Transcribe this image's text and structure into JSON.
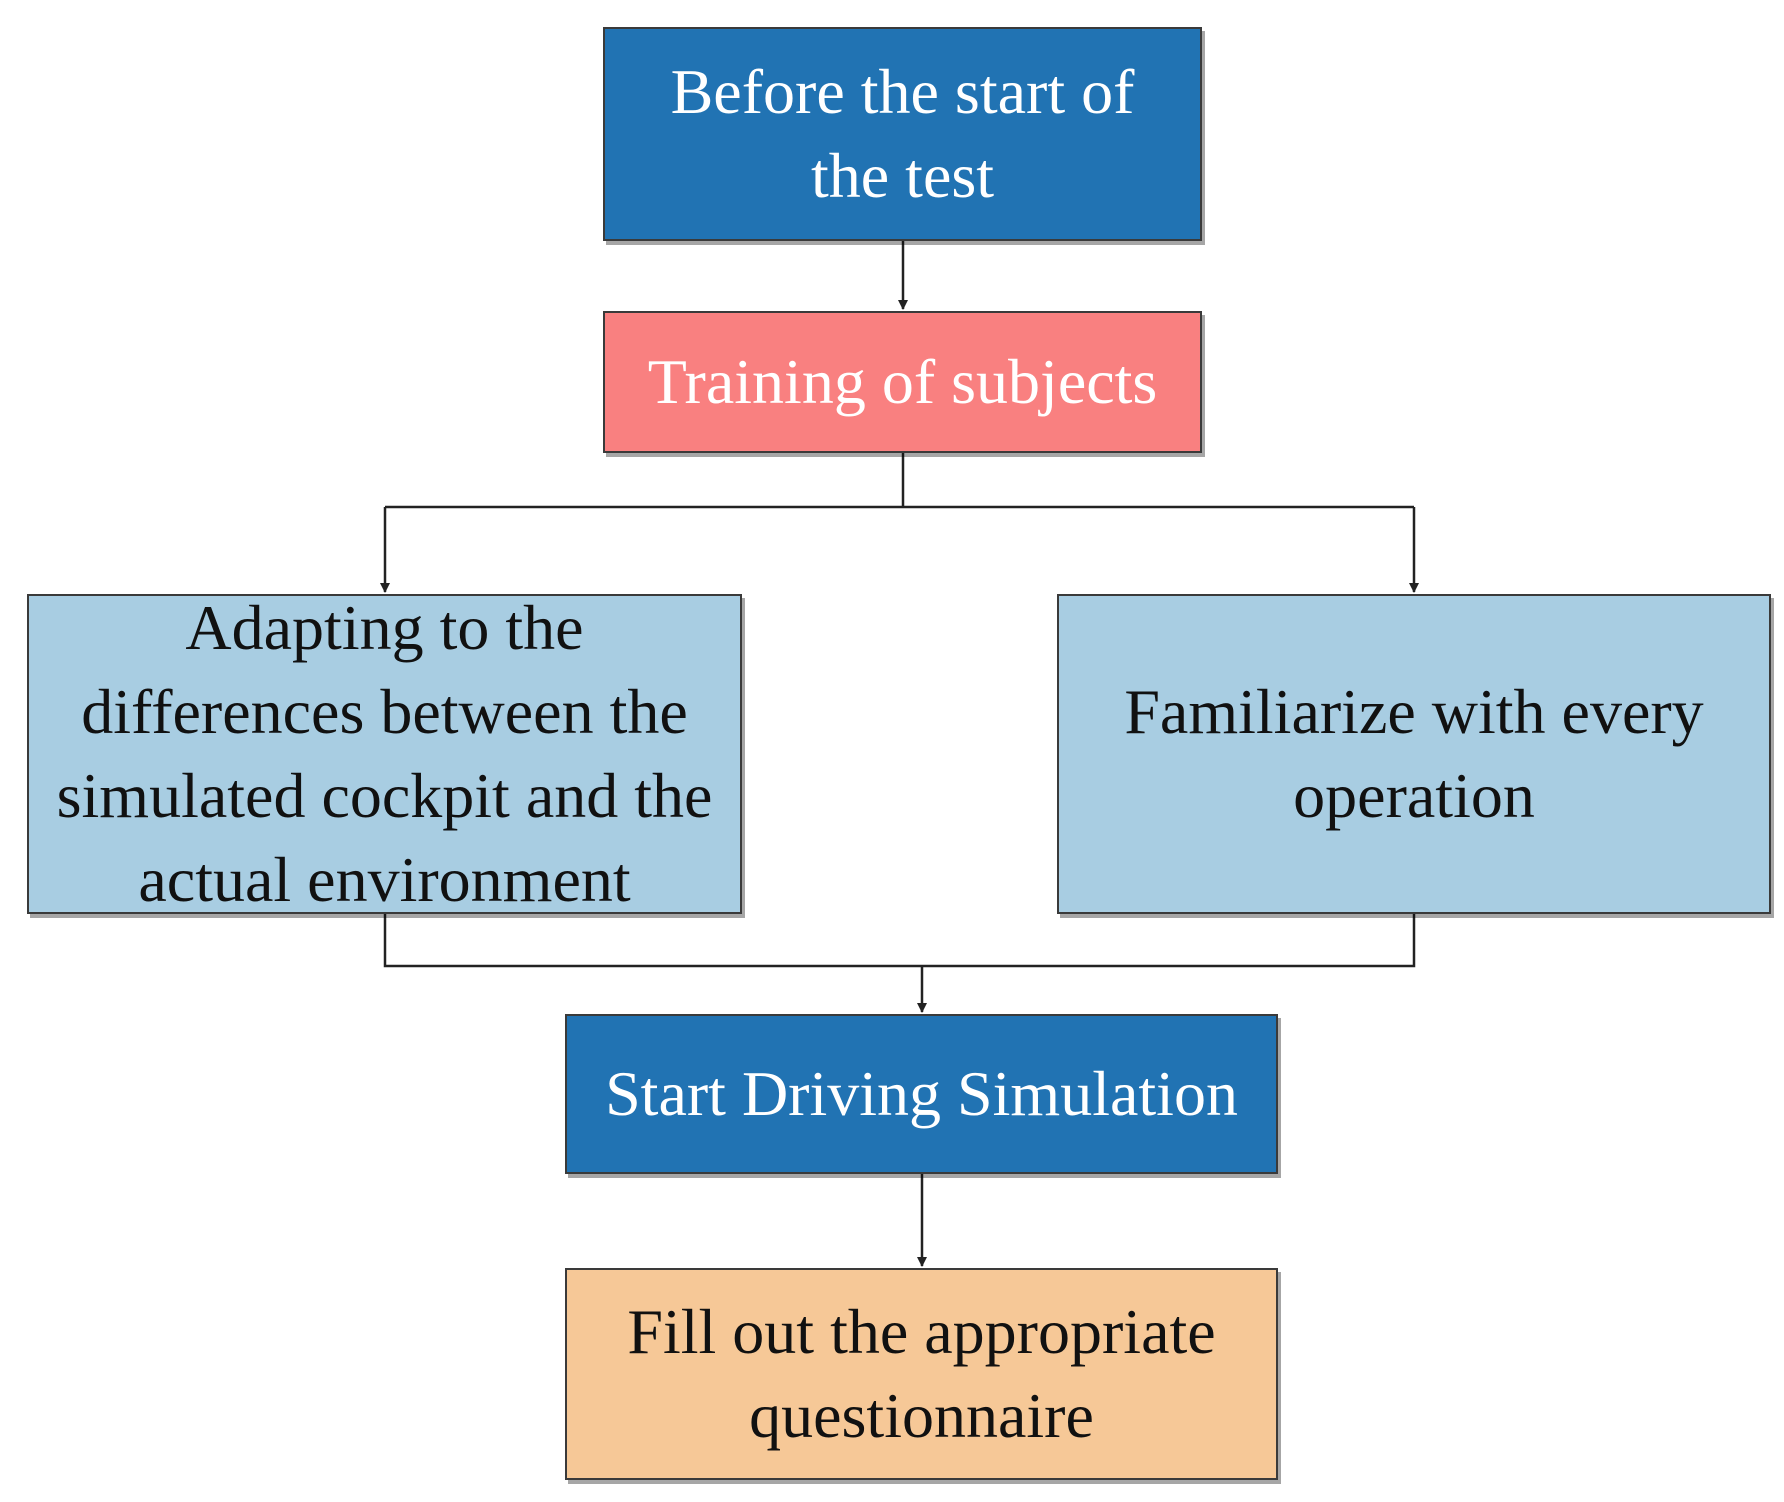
{
  "colors": {
    "step_dark_blue": "#2173b3",
    "step_red": "#f98080",
    "step_light_blue": "#a8cde2",
    "step_orange": "#f6c897",
    "connector": "#222222"
  },
  "nodes": {
    "before_start": {
      "label": "Before the start of the test"
    },
    "training": {
      "label": "Training of subjects"
    },
    "adapting": {
      "label": "Adapting to the differences between the simulated cockpit and the actual environment"
    },
    "familiarize": {
      "label": "Familiarize with every operation"
    },
    "start_driving": {
      "label": "Start Driving Simulation"
    },
    "fill_out": {
      "label": "Fill out the appropriate questionnaire"
    }
  },
  "edges": [
    {
      "from": "before_start",
      "to": "training"
    },
    {
      "from": "training",
      "to": "adapting"
    },
    {
      "from": "training",
      "to": "familiarize"
    },
    {
      "from": "adapting",
      "to": "start_driving"
    },
    {
      "from": "familiarize",
      "to": "start_driving"
    },
    {
      "from": "start_driving",
      "to": "fill_out"
    }
  ]
}
